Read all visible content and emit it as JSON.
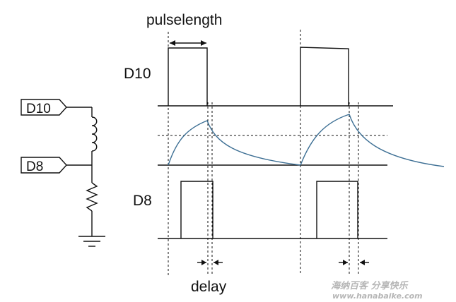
{
  "labels": {
    "pulselength": "pulselength",
    "d10": "D10",
    "d8": "D8",
    "delay": "delay",
    "connector_d10": "D10",
    "connector_d8": "D8"
  },
  "watermark": {
    "line1": "海纳百客 分享快乐",
    "line2": "www.hanabaike.com"
  },
  "colors": {
    "line": "#111111",
    "curve": "#3d6f94"
  }
}
